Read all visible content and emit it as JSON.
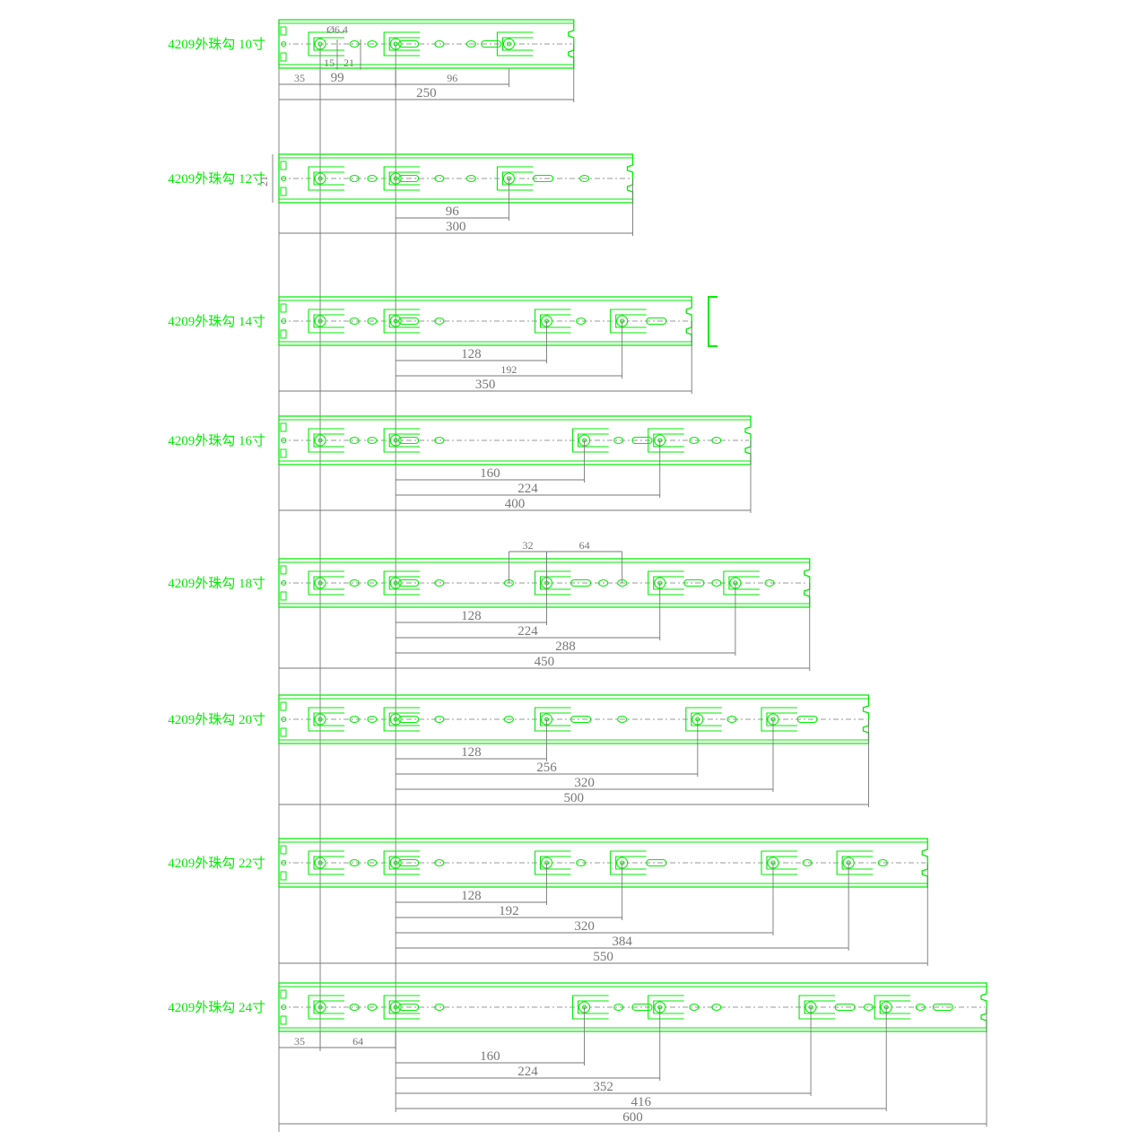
{
  "colors": {
    "rail": "#00ee00",
    "dimension": "#777777",
    "background": "#ffffff"
  },
  "rails": [
    {
      "label": "4209外珠勾  10寸",
      "length": 250,
      "mounts": [
        35,
        99,
        195
      ],
      "holes": [
        64,
        79,
        110,
        136,
        163,
        180
      ],
      "chain": [
        {
          "text": "35",
          "from": 0,
          "to": 35
        },
        {
          "text": "99",
          "from": 0,
          "to": 99
        },
        {
          "text": "96",
          "from": 99,
          "to": 195
        }
      ],
      "callouts": [
        "Ø6.4",
        "15",
        "21"
      ],
      "rows": [
        {
          "from": 0,
          "to": 250,
          "text": "250"
        }
      ]
    },
    {
      "label": "4209外珠勾  12寸",
      "length": 300,
      "mounts": [
        35,
        99,
        195
      ],
      "holes": [
        64,
        79,
        110,
        136,
        163,
        224,
        259
      ],
      "height_text": "21",
      "rows": [
        {
          "from": 99,
          "to": 195,
          "text": "96"
        },
        {
          "from": 0,
          "to": 300,
          "text": "300"
        }
      ]
    },
    {
      "label": "4209外珠勾  14寸",
      "length": 350,
      "mounts": [
        35,
        99,
        227,
        291
      ],
      "holes": [
        64,
        79,
        110,
        136,
        256,
        320
      ],
      "rows": [
        {
          "from": 99,
          "to": 227,
          "text": "128"
        },
        {
          "from": 99,
          "to": 291,
          "text": "192",
          "small": true
        },
        {
          "from": 0,
          "to": 350,
          "text": "350"
        }
      ]
    },
    {
      "label": "4209外珠勾  16寸",
      "length": 400,
      "mounts": [
        35,
        99,
        259,
        323
      ],
      "holes": [
        64,
        79,
        110,
        136,
        288,
        308,
        352,
        371
      ],
      "rows": [
        {
          "from": 99,
          "to": 259,
          "text": "160"
        },
        {
          "from": 99,
          "to": 323,
          "text": "224"
        },
        {
          "from": 0,
          "to": 400,
          "text": "400"
        }
      ]
    },
    {
      "label": "4209外珠勾  18寸",
      "length": 450,
      "mounts": [
        35,
        99,
        227,
        323,
        387
      ],
      "holes": [
        64,
        79,
        110,
        136,
        195,
        256,
        275,
        291,
        352,
        371,
        416
      ],
      "top_dims": [
        {
          "from": 195,
          "to": 227,
          "text": "32"
        },
        {
          "from": 227,
          "to": 291,
          "text": "64"
        }
      ],
      "rows": [
        {
          "from": 99,
          "to": 227,
          "text": "128"
        },
        {
          "from": 99,
          "to": 323,
          "text": "224"
        },
        {
          "from": 99,
          "to": 387,
          "text": "288"
        },
        {
          "from": 0,
          "to": 450,
          "text": "450"
        }
      ]
    },
    {
      "label": "4209外珠勾  20寸",
      "length": 500,
      "mounts": [
        35,
        99,
        227,
        355,
        419
      ],
      "holes": [
        64,
        79,
        110,
        136,
        195,
        256,
        291,
        384,
        448
      ],
      "rows": [
        {
          "from": 99,
          "to": 227,
          "text": "128"
        },
        {
          "from": 99,
          "to": 355,
          "text": "256"
        },
        {
          "from": 99,
          "to": 419,
          "text": "320"
        },
        {
          "from": 0,
          "to": 500,
          "text": "500"
        }
      ]
    },
    {
      "label": "4209外珠勾  22寸",
      "length": 550,
      "mounts": [
        35,
        99,
        227,
        291,
        419,
        483
      ],
      "holes": [
        64,
        79,
        110,
        136,
        256,
        320,
        448,
        512
      ],
      "rows": [
        {
          "from": 99,
          "to": 227,
          "text": "128"
        },
        {
          "from": 99,
          "to": 291,
          "text": "192"
        },
        {
          "from": 99,
          "to": 419,
          "text": "320"
        },
        {
          "from": 99,
          "to": 483,
          "text": "384"
        },
        {
          "from": 0,
          "to": 550,
          "text": "550"
        }
      ]
    },
    {
      "label": "4209外珠勾  24寸",
      "length": 600,
      "mounts": [
        35,
        99,
        259,
        323,
        451,
        515
      ],
      "holes": [
        64,
        79,
        110,
        136,
        288,
        308,
        352,
        371,
        480,
        500,
        544,
        563
      ],
      "chain": [
        {
          "text": "35",
          "from": 0,
          "to": 35
        },
        {
          "text": "64",
          "from": 35,
          "to": 99
        }
      ],
      "rows": [
        {
          "from": 99,
          "to": 259,
          "text": "160"
        },
        {
          "from": 99,
          "to": 323,
          "text": "224"
        },
        {
          "from": 99,
          "to": 451,
          "text": "352"
        },
        {
          "from": 99,
          "to": 515,
          "text": "416"
        },
        {
          "from": 0,
          "to": 600,
          "text": "600"
        }
      ]
    }
  ]
}
